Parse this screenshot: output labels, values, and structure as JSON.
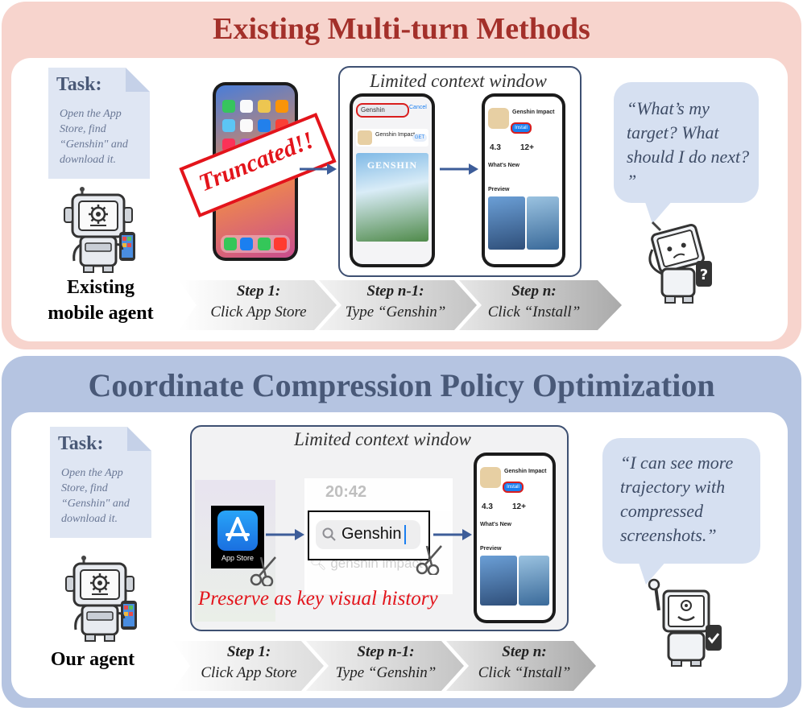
{
  "top": {
    "title": "Existing Multi-turn Methods",
    "task_title": "Task:",
    "task_text": "Open the App Store, find “Genshin\" and download it.",
    "agent_label_line1": "Existing",
    "agent_label_line2": "mobile agent",
    "context_label": "Limited context window",
    "truncated_label": "Truncated!!",
    "bubble_text": "“What’s my target? What should I do next? ”",
    "steps": [
      {
        "name": "Step 1:",
        "action": "Click App Store"
      },
      {
        "name": "Step n-1:",
        "action": "Type “Genshin”"
      },
      {
        "name": "Step n:",
        "action": "Click “Install”"
      }
    ]
  },
  "bottom": {
    "title": "Coordinate Compression Policy Optimization",
    "task_title": "Task:",
    "task_text": "Open the App Store, find “Genshin\" and download it.",
    "agent_label": "Our agent",
    "context_label": "Limited context window",
    "app_store_label": "App Store",
    "clock": "20:42",
    "search_text": "Genshin",
    "suggestion_text": "genshin impact",
    "preserve_label": "Preserve as key visual history",
    "bubble_text": "“I can see more trajectory with compressed screenshots.”",
    "steps": [
      {
        "name": "Step 1:",
        "action": "Click App Store"
      },
      {
        "name": "Step n-1:",
        "action": "Type “Genshin”"
      },
      {
        "name": "Step n:",
        "action": "Click “Install”"
      }
    ]
  },
  "screens": {
    "search_query": "Genshin",
    "cancel": "Cancel",
    "app_name": "Genshin Impact",
    "get_button": "GET",
    "install_button": "Install",
    "whats_new": "What's New",
    "preview": "Preview",
    "rating": "4.3",
    "age": "12+",
    "banner": "GENSHIN"
  },
  "colors": {
    "top_panel": "#f7d4cd",
    "bottom_panel": "#b5c4e1",
    "top_title": "#a3302a",
    "bottom_title": "#495978",
    "arrow": "#3d5d99",
    "highlight_red": "#e3141b"
  },
  "icons": [
    "robot-icon",
    "gear-icon",
    "scissors-icon",
    "magnifier-icon",
    "app-store-icon",
    "question-icon",
    "check-icon"
  ]
}
